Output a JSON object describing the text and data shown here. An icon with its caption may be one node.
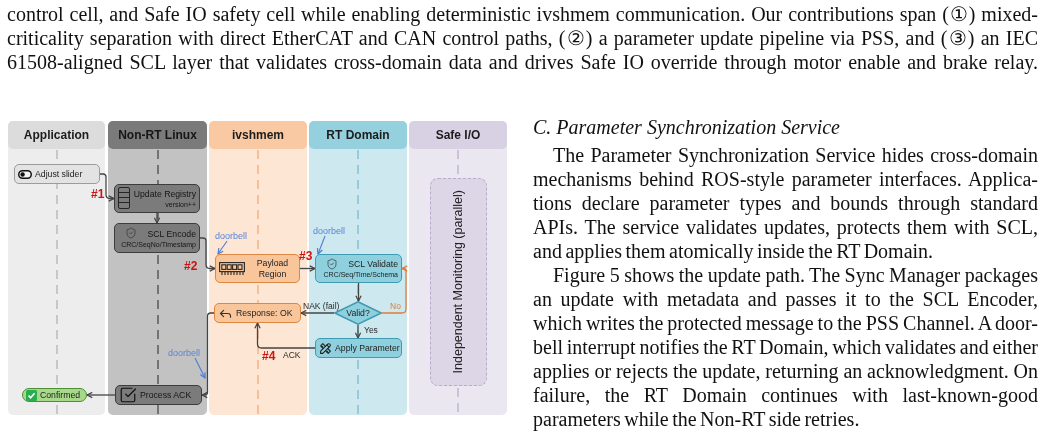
{
  "diagram": {
    "nodes": [
      {
        "text": [
          "Application"
        ]
      },
      {
        "text": [
          "Non-RT Linux"
        ]
      },
      {
        "text": [
          "ivshmem"
        ]
      },
      {
        "text": [
          "RT Domain"
        ]
      },
      {
        "text": [
          "Safe I/O"
        ]
      },
      {
        "text": [
          "Adjust slider"
        ],
        "in": 0
      },
      {
        "text": [
          "Update Registry",
          "version++"
        ],
        "in": 1
      },
      {
        "text": [
          "SCL Encode",
          "CRC/SeqNo/Timestamp"
        ],
        "in": 1
      },
      {
        "text": [
          "doorbell"
        ],
        "in": 2
      },
      {
        "text": [
          "Payload Region"
        ],
        "in": 2
      },
      {
        "text": [
          "doorbell"
        ],
        "in": 3
      },
      {
        "text": [
          "SCL Validate",
          "CRC/Seq/Time/Schema"
        ],
        "in": 3
      },
      {
        "text": [
          "Valid?"
        ],
        "in": 3
      },
      {
        "text": [
          "Response: OK"
        ],
        "in": 2
      },
      {
        "text": [
          "Apply Parameter"
        ],
        "in": 3
      },
      {
        "text": [
          "doorbell"
        ],
        "in": 1
      },
      {
        "text": [
          "Process ACK"
        ],
        "in": 1
      },
      {
        "text": [
          "Confirmed"
        ],
        "in": 0
      },
      {
        "text": [
          "Independent Monitoring (parallel)"
        ],
        "in": 4
      }
    ],
    "edges": [
      {
        "from": 5,
        "to": 6,
        "arrow": "to"
      },
      {
        "from": 6,
        "to": 7,
        "arrow": "to"
      },
      {
        "from": 7,
        "to": 9,
        "arrow": "to"
      },
      {
        "from": 9,
        "to": 11,
        "arrow": "to"
      },
      {
        "from": 11,
        "to": 12,
        "arrow": "to"
      },
      {
        "from": 12,
        "to": 13,
        "arrow": "to",
        "label": "NAK (fail)"
      },
      {
        "from": 12,
        "to": 11,
        "arrow": "to",
        "label": "No",
        "color": "#e07c3a"
      },
      {
        "from": 12,
        "to": 14,
        "arrow": "to",
        "label": "Yes"
      },
      {
        "from": 14,
        "to": 13,
        "arrow": "to",
        "label": "ACK"
      },
      {
        "from": 13,
        "to": 16,
        "arrow": "to"
      },
      {
        "from": 16,
        "to": 17,
        "arrow": "to"
      },
      {
        "from": 8,
        "to": 9,
        "arrow": "to",
        "color": "#4d7ed6"
      },
      {
        "from": 10,
        "to": 11,
        "arrow": "to",
        "color": "#4d7ed6"
      },
      {
        "from": 15,
        "to": null,
        "arrow": "to",
        "color": "#4d7ed6"
      }
    ],
    "labels": [
      "control cell, and Safe IO safety cell while enabling deterministic ivshmem communication. Our contributions span (①) mixed-criticality separation with direct EtherCAT and CAN control paths, (②) a parameter update pipeline via PSS, and (③) an IEC 61508-aligned SCL layer that validates cross-domain data and drives Safe IO override through motor enable and brake relay.",
      "#1",
      "#2",
      "#3",
      "#4",
      "C. Parameter Synchronization Service",
      "The Parameter Synchronization Service hides cross-domain mechanisms behind ROS-style parameter interfaces. Applica-tions declare parameter types and bounds through standard APIs. The service validates updates, protects them with SCL, and applies them atomically inside the RT Domain.",
      "Figure 5 shows the update path. The Sync Manager packages an update with metadata and passes it to the SCL Encoder, which writes the protected message to the PSS Channel. A door-bell interrupt notifies the RT Domain, which validates and either applies or rejects the update, returning an acknowledgment. On failure, the RT Domain continues with last-known-good parameters while the Non-RT side retries."
    ]
  }
}
